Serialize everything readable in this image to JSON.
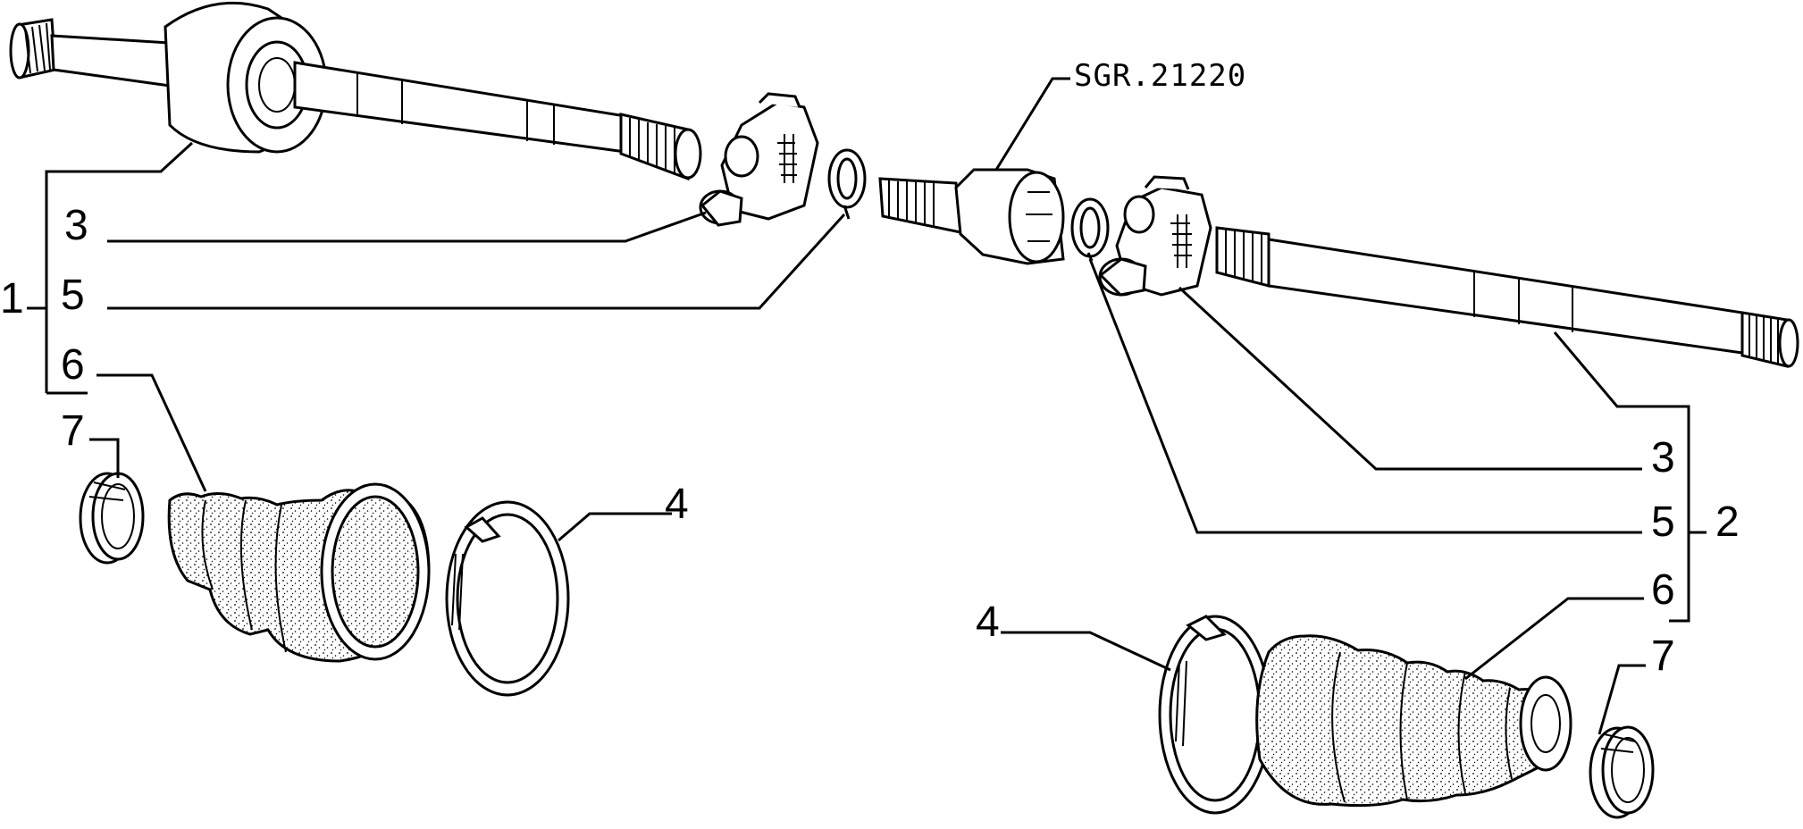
{
  "diagram": {
    "reference_code": "SGR.21220",
    "callouts": {
      "left_shaft_assembly": "1",
      "right_shaft_assembly": "2",
      "left_tripod": "3",
      "right_tripod": "3",
      "left_boot_large_clamp": "4",
      "right_boot_large_clamp": "4",
      "left_circlip": "5",
      "right_circlip": "5",
      "left_boot": "6",
      "right_boot": "6",
      "left_boot_small_clamp": "7",
      "right_boot_small_clamp": "7"
    }
  }
}
